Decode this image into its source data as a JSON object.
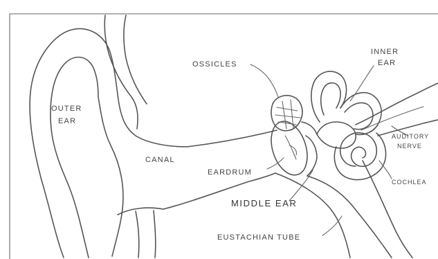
{
  "labels": {
    "ossicles": "OSSICLES",
    "inner_ear_1": "INNER",
    "inner_ear_2": "EAR",
    "outer_ear_1": "OUTER",
    "outer_ear_2": "EAR",
    "canal": "CANAL",
    "eardrum": "EARDRUM",
    "auditory_nerve_1": "AUDITORY",
    "auditory_nerve_2": "NERVE",
    "cochlea": "COCHLEA",
    "middle_ear": "MIDDLE EAR",
    "eustachian_tube": "EUSTACHIAN TUBE"
  }
}
